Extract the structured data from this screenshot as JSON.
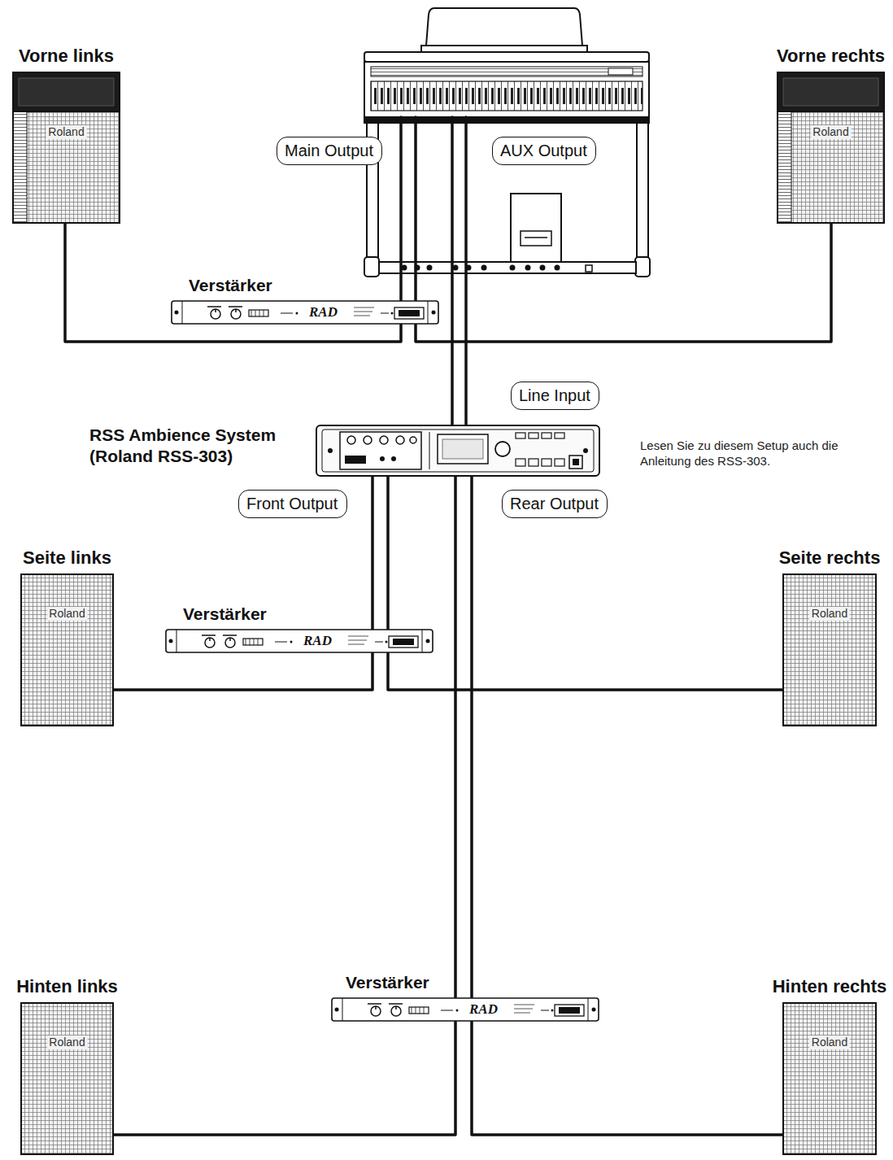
{
  "diagram": {
    "nodes": [
      {
        "text": [
          "Vorne links",
          "Roland"
        ]
      },
      {
        "text": [
          "Vorne rechts",
          "Roland"
        ]
      },
      {
        "text": [
          "Main Output"
        ]
      },
      {
        "text": [
          "AUX Output"
        ]
      },
      {
        "text": [
          "Verstärker",
          "RAD"
        ]
      },
      {
        "text": [
          "Line Input"
        ]
      },
      {
        "text": [
          "RSS Ambience System (Roland RSS-303)"
        ]
      },
      {
        "text": [
          "Front Output"
        ]
      },
      {
        "text": [
          "Rear Output"
        ]
      },
      {
        "text": [
          "Seite links",
          "Roland"
        ]
      },
      {
        "text": [
          "Seite rechts",
          "Roland"
        ]
      },
      {
        "text": [
          "Verstärker",
          "RAD"
        ]
      },
      {
        "text": [
          "Hinten links",
          "Roland"
        ]
      },
      {
        "text": [
          "Verstärker",
          "RAD"
        ]
      },
      {
        "text": [
          "Hinten rechts",
          "Roland"
        ]
      }
    ],
    "edges": [
      {
        "from": 4,
        "to": 0,
        "arrow": "none"
      },
      {
        "from": 4,
        "to": 1,
        "arrow": "none"
      },
      {
        "from": 6,
        "to": 11,
        "arrow": "none"
      },
      {
        "from": 11,
        "to": 9,
        "arrow": "none"
      },
      {
        "from": 11,
        "to": 10,
        "arrow": "none"
      },
      {
        "from": 6,
        "to": 13,
        "arrow": "none"
      },
      {
        "from": 13,
        "to": 12,
        "arrow": "none"
      },
      {
        "from": 13,
        "to": 14,
        "arrow": "none"
      }
    ],
    "labels": [
      "Lesen Sie zu diesem Setup auch die Anleitung des RSS-303."
    ]
  }
}
